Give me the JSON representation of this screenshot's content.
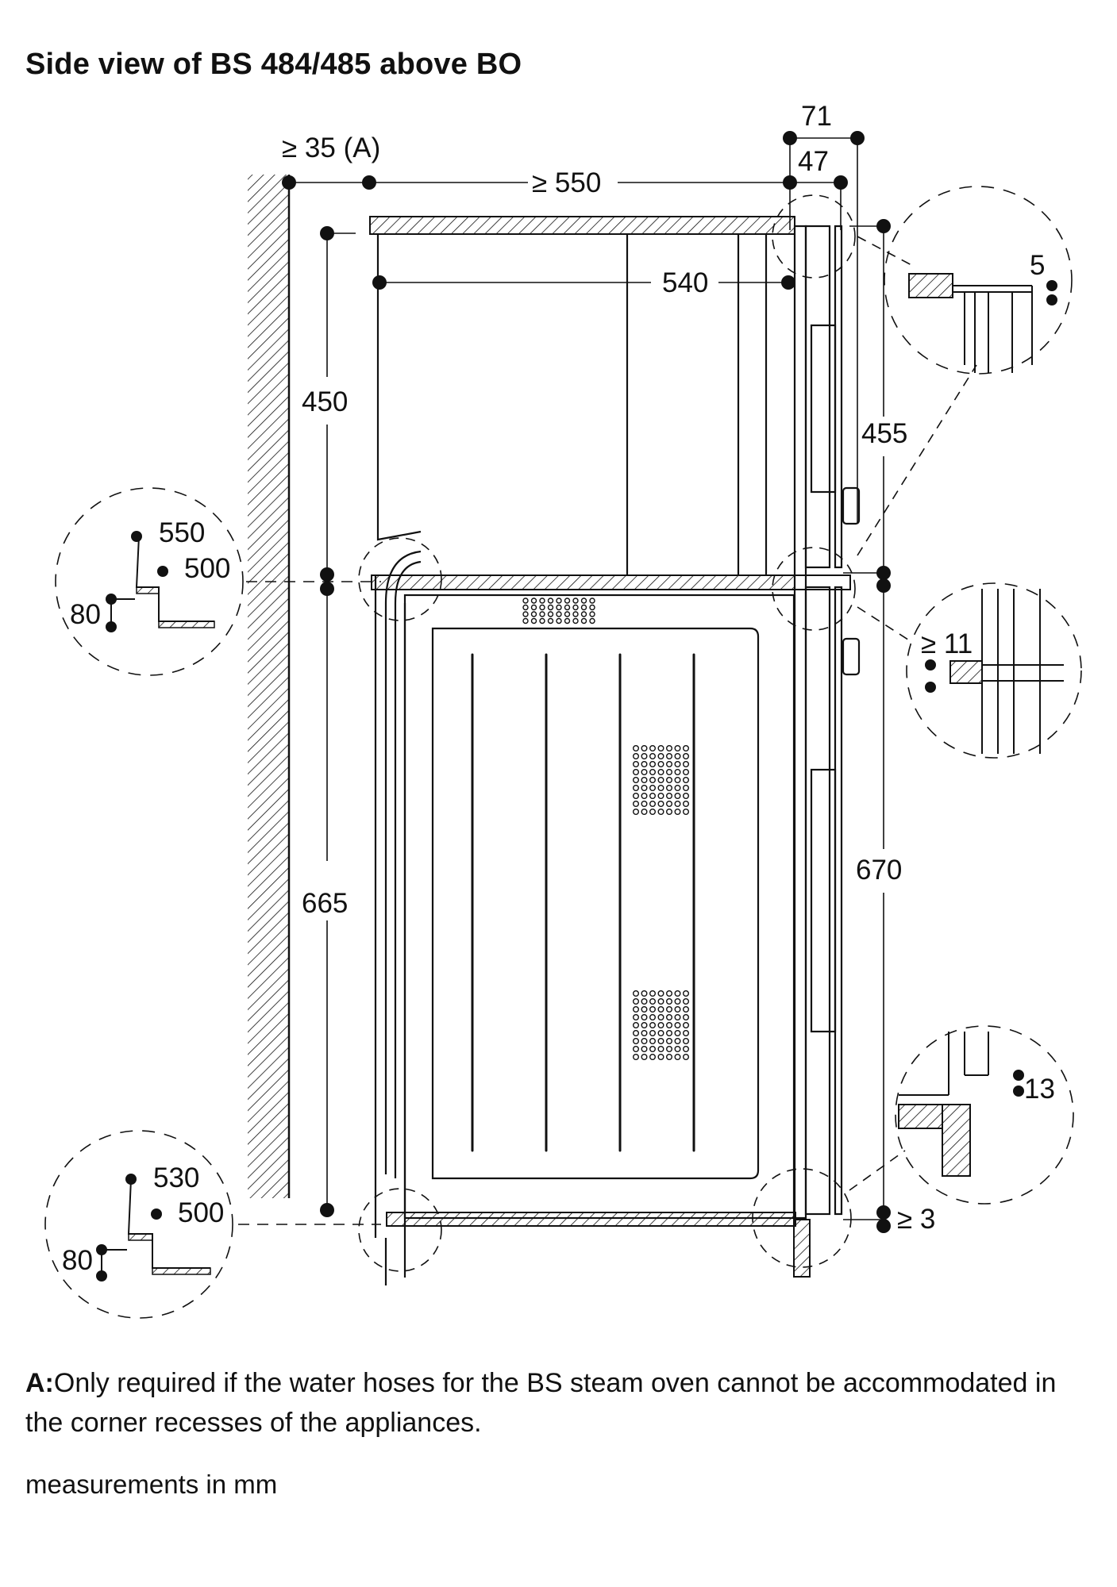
{
  "title": "Side view of BS 484/485 above BO",
  "dimensions": {
    "gap_a": "≥ 35 (A)",
    "depth_niche": "≥ 550",
    "width_71": "71",
    "width_47": "47",
    "appliance_depth": "540",
    "upper_height": "450",
    "lower_height": "665",
    "front_455": "455",
    "front_670": "670",
    "detail_5": "5",
    "detail_11": "≥ 11",
    "detail_13": "13",
    "detail_3": "≥ 3",
    "upper_step_550": "550",
    "upper_step_500": "500",
    "upper_step_80": "80",
    "lower_step_530": "530",
    "lower_step_500": "500",
    "lower_step_80": "80"
  },
  "note": {
    "label": "A:",
    "text": "Only required if the water hoses for the BS steam oven cannot be accommodated in the corner recesses of the appliances."
  },
  "units": "measurements in mm"
}
